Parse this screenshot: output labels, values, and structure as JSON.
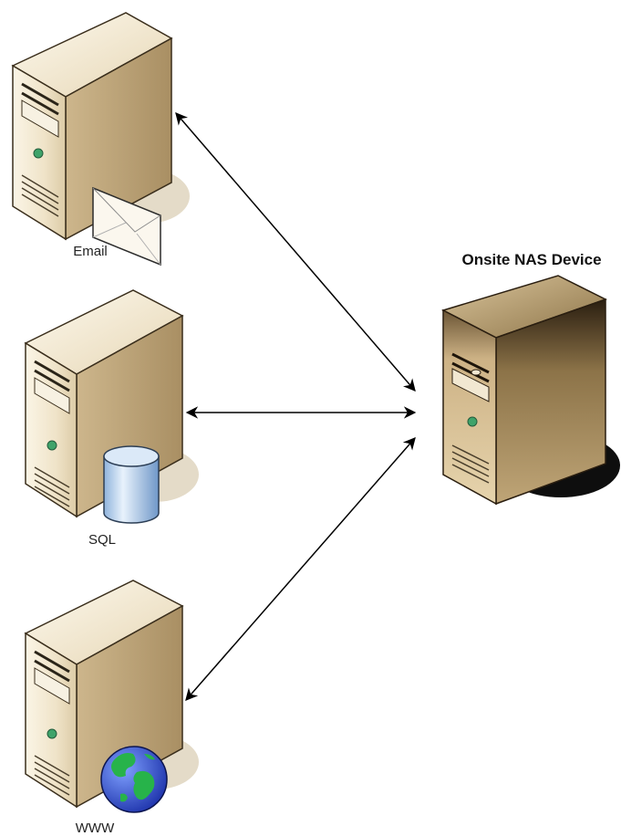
{
  "diagram": {
    "nas": {
      "title": "Onsite NAS Device",
      "icon": "nas-server-icon"
    },
    "servers": [
      {
        "label": "Email",
        "icon": "envelope-icon"
      },
      {
        "label": "SQL",
        "icon": "database-cylinder-icon"
      },
      {
        "label": "WWW",
        "icon": "globe-icon"
      }
    ],
    "connections": [
      {
        "from": "Email",
        "to": "Onsite NAS Device",
        "direction": "bidirectional"
      },
      {
        "from": "SQL",
        "to": "Onsite NAS Device",
        "direction": "bidirectional"
      },
      {
        "from": "WWW",
        "to": "Onsite NAS Device",
        "direction": "bidirectional"
      }
    ],
    "colors": {
      "server_body": "#e9dcc0",
      "nas_body": "#b59a6a",
      "arrow": "#000000",
      "globe_land": "#27b34a",
      "globe_water": "#2a52d8",
      "database": "#b9d5f2"
    }
  }
}
